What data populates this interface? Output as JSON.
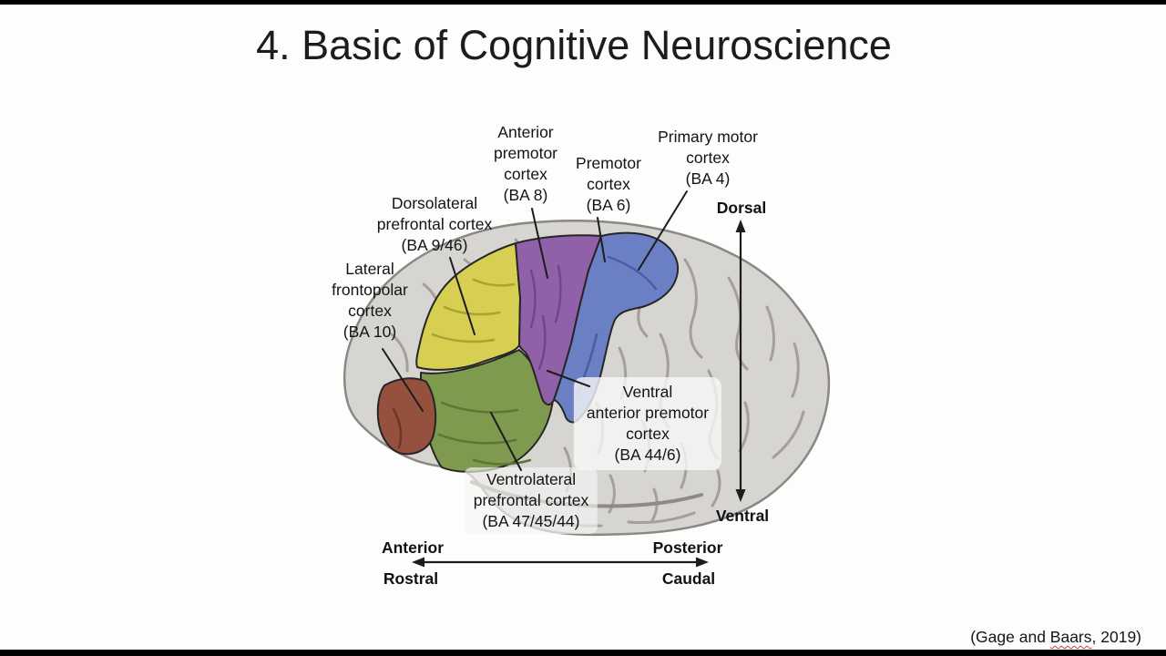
{
  "slide": {
    "title": "4. Basic of Cognitive Neuroscience",
    "citation_prefix": "(Gage and ",
    "citation_flagged_word": "Baars",
    "citation_suffix": ", 2019)"
  },
  "figure": {
    "labels": {
      "anterior_premotor": "Anterior\npremotor\ncortex\n(BA 8)",
      "premotor": "Premotor\ncortex\n(BA 6)",
      "primary_motor": "Primary motor\ncortex\n(BA 4)",
      "dorsolateral_prefrontal": "Dorsolateral\nprefrontal cortex\n(BA 9/46)",
      "lateral_frontopolar": "Lateral\nfrontopolar\ncortex\n(BA 10)",
      "ventral_anterior_premotor": "Ventral\nanterior premotor\ncortex\n(BA 44/6)",
      "ventrolateral_prefrontal": "Ventrolateral\nprefrontal cortex\n(BA 47/45/44)"
    },
    "directions": {
      "dorsal": "Dorsal",
      "ventral": "Ventral",
      "anterior": "Anterior",
      "posterior": "Posterior",
      "rostral": "Rostral",
      "caudal": "Caudal"
    },
    "colors": {
      "lateral_frontopolar": "#96513e",
      "dorsolateral_prefrontal": "#d6cf52",
      "ventrolateral_prefrontal": "#7e9a4e",
      "premotor_band": "#9061a8",
      "primary_motor": "#6b7fc5",
      "brain_gray": "#d7d5d2",
      "sulci_gray": "#a39f99",
      "line_black": "#1c1c1c"
    }
  }
}
